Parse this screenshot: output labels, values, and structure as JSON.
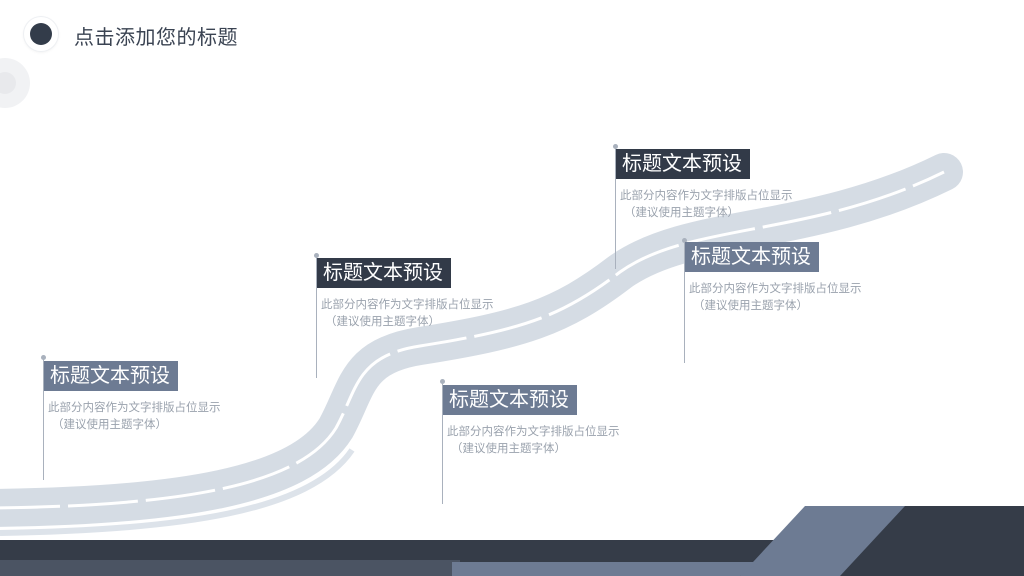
{
  "slide": {
    "title": "点击添加您的标题"
  },
  "colors": {
    "dark": "#323a48",
    "slate": "#6d7b93",
    "road": "#d5dce4",
    "road_line": "#ffffff"
  },
  "milestones": [
    {
      "label": "标题文本预设",
      "desc_line1": "此部分内容作为文字排版占位显示",
      "desc_line2": "（建议使用主题字体）",
      "style": "mid"
    },
    {
      "label": "标题文本预设",
      "desc_line1": "此部分内容作为文字排版占位显示",
      "desc_line2": "（建议使用主题字体）",
      "style": "dark"
    },
    {
      "label": "标题文本预设",
      "desc_line1": "此部分内容作为文字排版占位显示",
      "desc_line2": "（建议使用主题字体）",
      "style": "mid"
    },
    {
      "label": "标题文本预设",
      "desc_line1": "此部分内容作为文字排版占位显示",
      "desc_line2": "（建议使用主题字体）",
      "style": "dark"
    },
    {
      "label": "标题文本预设",
      "desc_line1": "此部分内容作为文字排版占位显示",
      "desc_line2": "（建议使用主题字体）",
      "style": "mid"
    }
  ]
}
